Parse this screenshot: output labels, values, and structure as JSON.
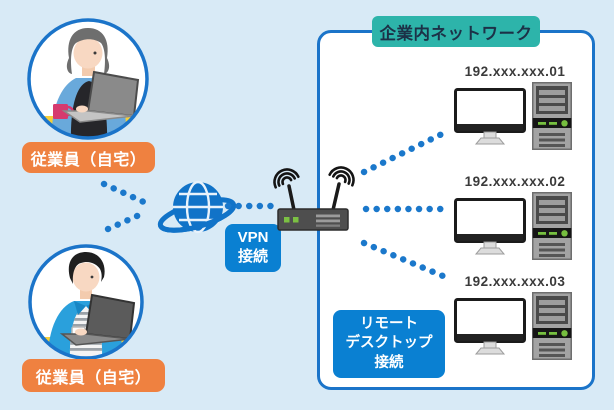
{
  "background_color": "#d8eaf6",
  "colors": {
    "box_border_blue": "#1b74c9",
    "title_teal": "#2db4aa",
    "employee_orange": "#ef8140",
    "badge_blue": "#0a80d2",
    "dot_blue": "#1b78cb",
    "desk_yellow": "#f6cf39",
    "globe_blue": "#1173c8"
  },
  "employees": [
    {
      "label": "従業員（自宅）",
      "icon": "employee-avatar-woman-laptop"
    },
    {
      "label": "従業員（自宅）",
      "icon": "employee-avatar-man-laptop"
    }
  ],
  "internet": {
    "icon": "globe-icon"
  },
  "vpn_badge": {
    "line1": "VPN",
    "line2": "接続"
  },
  "router": {
    "icon": "wifi-router-icon"
  },
  "network_box": {
    "title": "企業内ネットワーク",
    "computers": [
      {
        "ip": "192.xxx.xxx.01",
        "icon": "desktop-pc-icon"
      },
      {
        "ip": "192.xxx.xxx.02",
        "icon": "desktop-pc-icon"
      },
      {
        "ip": "192.xxx.xxx.03",
        "icon": "desktop-pc-icon"
      }
    ],
    "remote_badge": {
      "lines": [
        "リモート",
        "デスクトップ",
        "接続"
      ]
    }
  }
}
